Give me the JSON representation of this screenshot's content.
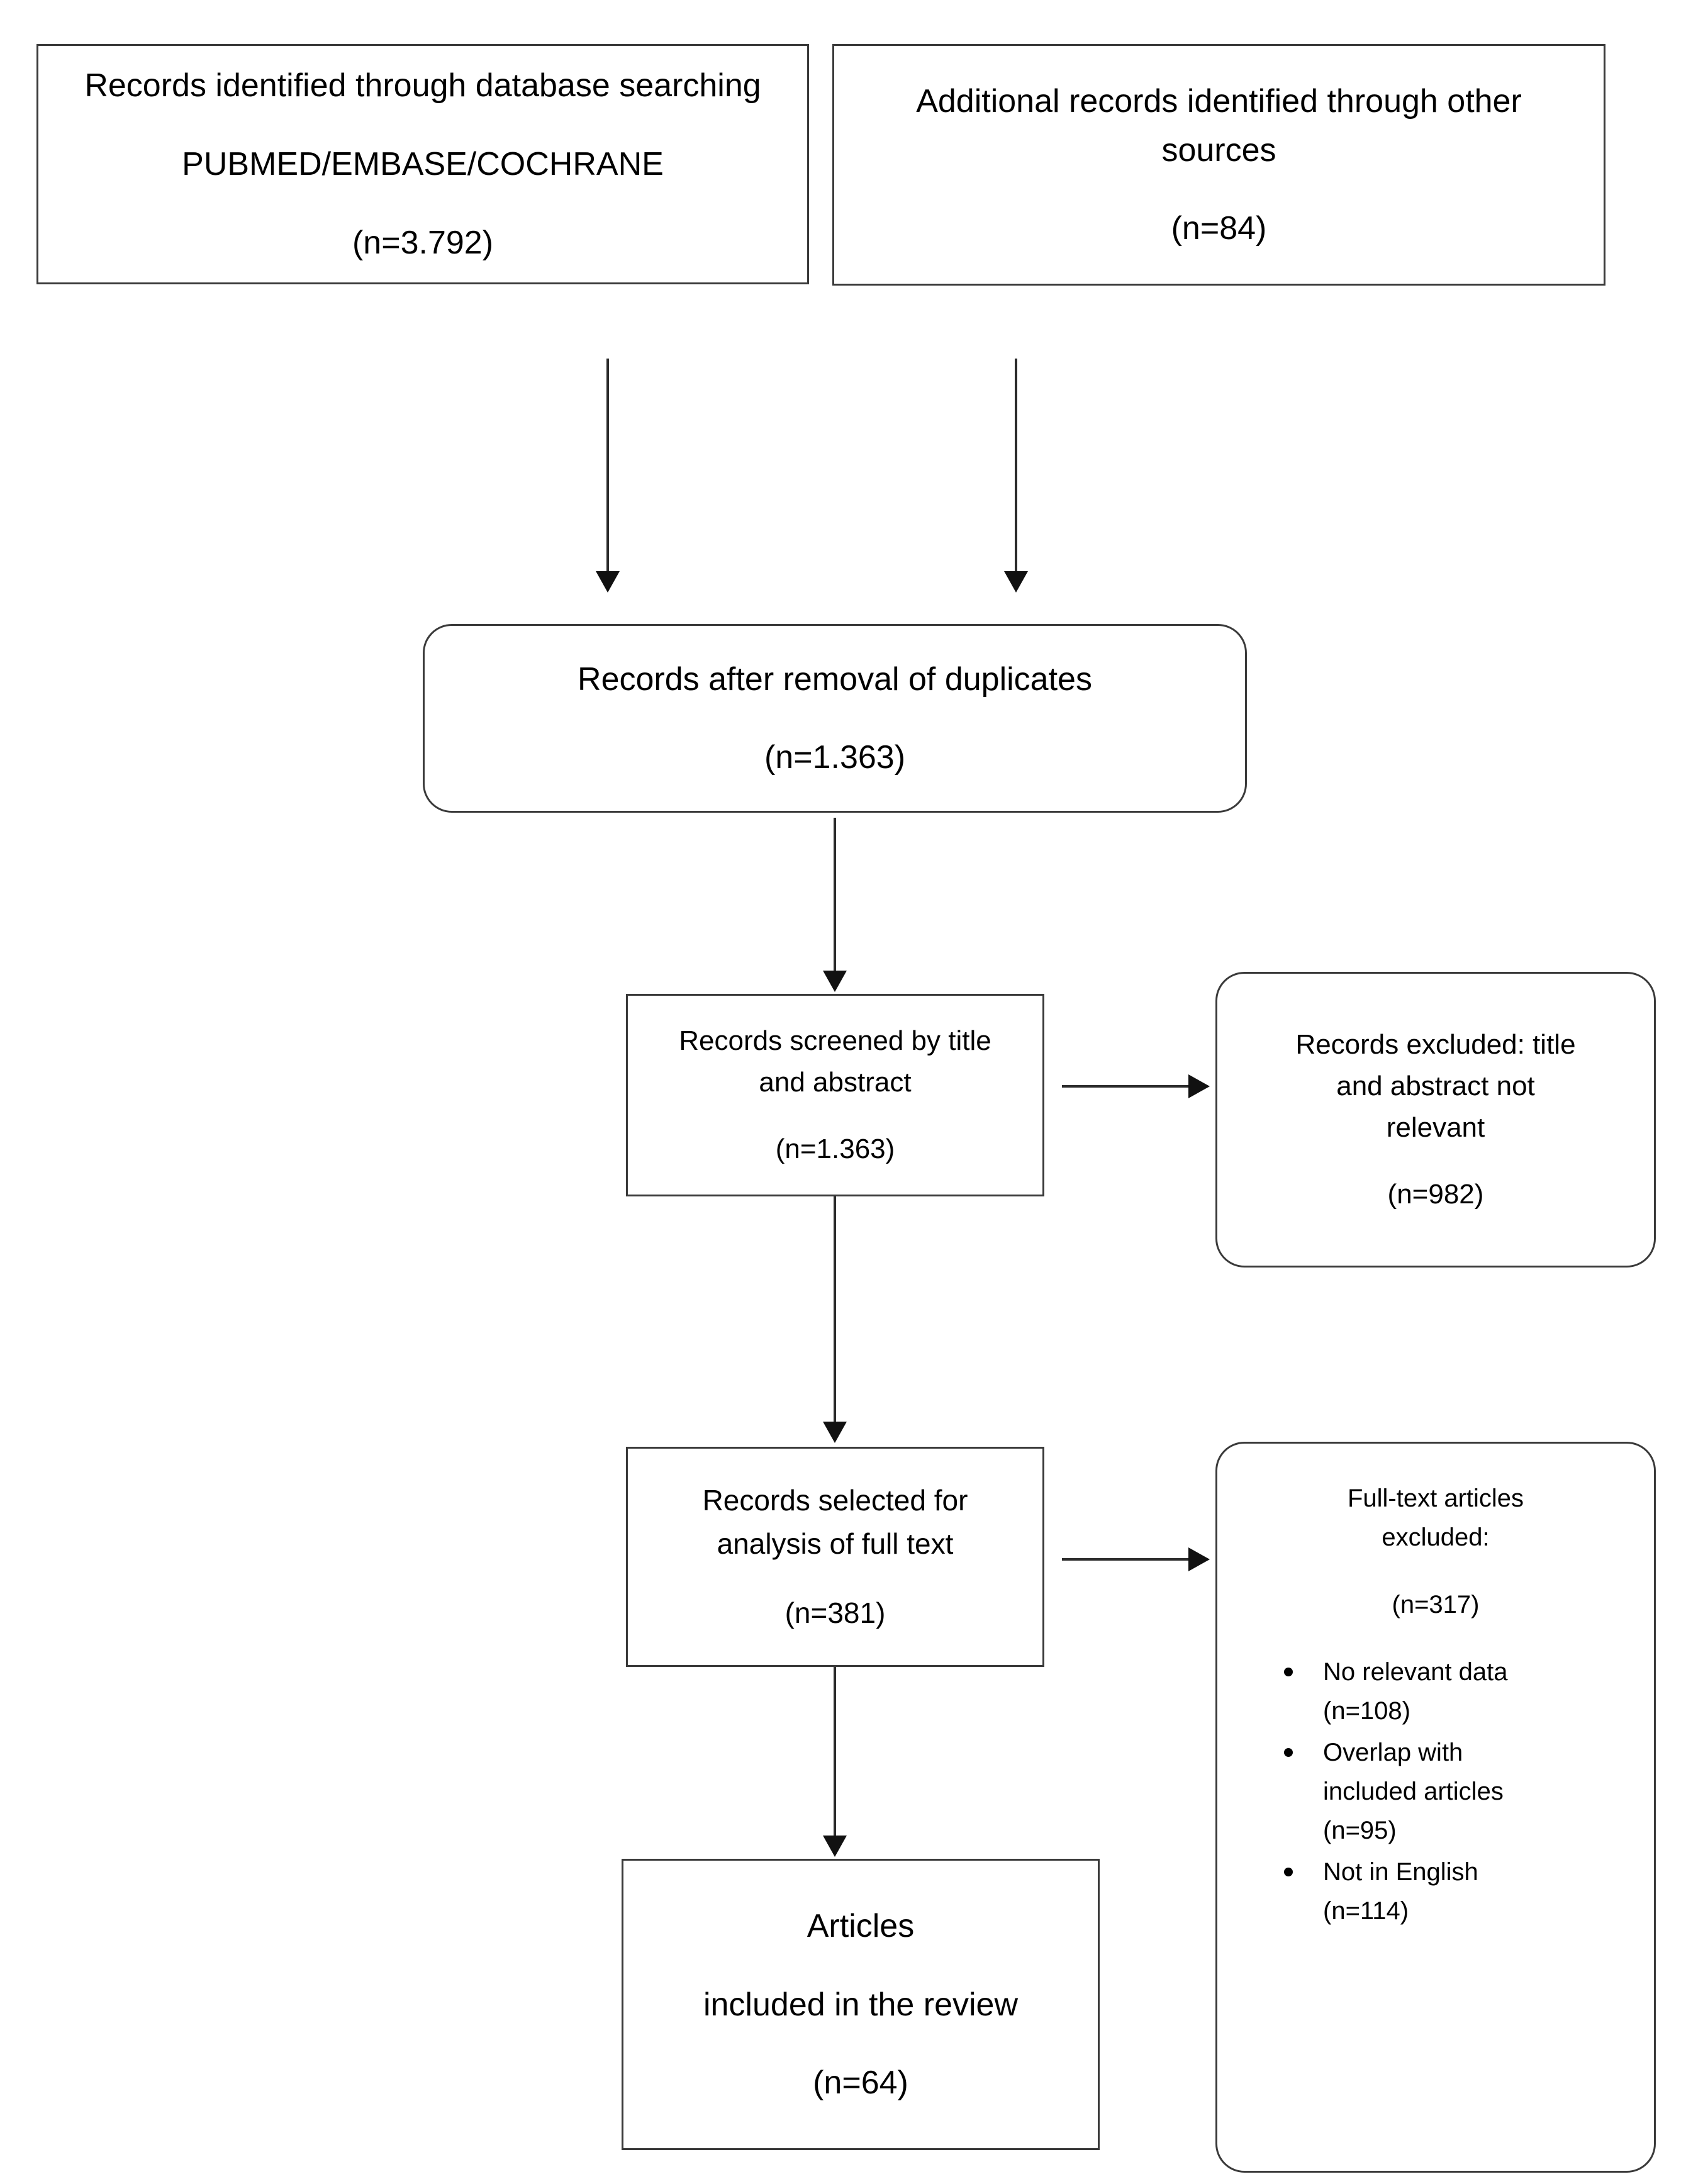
{
  "diagram": {
    "type": "prisma-flow-diagram",
    "nodes": {
      "database_search": {
        "line1": "Records identified through database searching",
        "line2": "PUBMED/EMBASE/COCHRANE",
        "count": "(n=3.792)"
      },
      "other_sources": {
        "line1": "Additional records identified through other",
        "line2": "sources",
        "count": "(n=84)"
      },
      "after_duplicates": {
        "line1": "Records after removal of duplicates",
        "count": "(n=1.363)"
      },
      "screened": {
        "line1": "Records screened by title",
        "line2": "and abstract",
        "count": "(n=1.363)"
      },
      "excluded_screening": {
        "line1": "Records excluded: title",
        "line2": "and abstract not",
        "line3": "relevant",
        "count": "(n=982)"
      },
      "selected_fulltext": {
        "line1": "Records selected for",
        "line2": "analysis of full text",
        "count": "(n=381)"
      },
      "excluded_fulltext": {
        "line1": "Full-text articles",
        "line2": "excluded:",
        "count": "(n=317)",
        "reasons": [
          "No relevant data (n=108)",
          "Overlap with included articles (n=95)",
          "Not in English (n=114)"
        ]
      },
      "included": {
        "line1": "Articles",
        "line2": "included in the review",
        "count": "(n=64)"
      }
    },
    "colors": {
      "box_border": "#3a3a3a",
      "connector": "#2b2b2b",
      "background": "#ffffff",
      "text": "#000000"
    }
  }
}
